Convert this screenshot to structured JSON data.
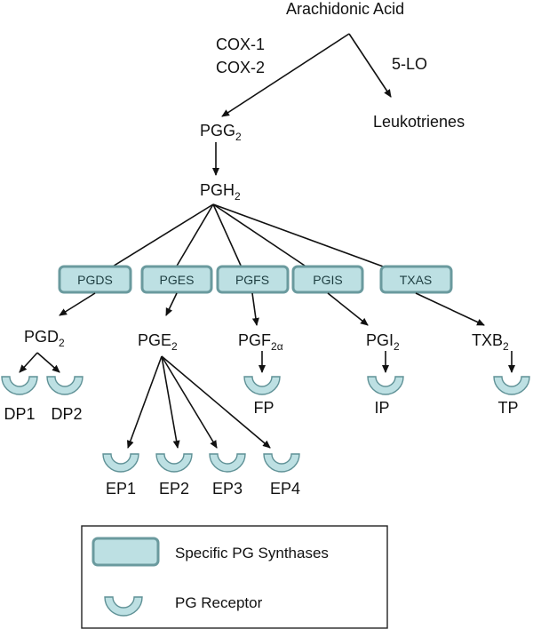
{
  "pathway": {
    "source": "Arachidonic Acid",
    "cox": [
      "COX-1",
      "COX-2"
    ],
    "lipoxygenase": "5-LO",
    "leukotrienes": "Leukotrienes",
    "pgg2": {
      "base": "PGG",
      "sub": "2"
    },
    "pgh2": {
      "base": "PGH",
      "sub": "2"
    }
  },
  "synthases": [
    "PGDS",
    "PGES",
    "PGFS",
    "PGIS",
    "TXAS"
  ],
  "products": [
    {
      "base": "PGD",
      "sub": "2"
    },
    {
      "base": "PGE",
      "sub": "2"
    },
    {
      "base": "PGF",
      "sub": "2α"
    },
    {
      "base": "PGI",
      "sub": "2"
    },
    {
      "base": "TXB",
      "sub": "2"
    }
  ],
  "receptors": [
    "DP1",
    "DP2",
    "EP1",
    "EP2",
    "EP3",
    "EP4",
    "FP",
    "IP",
    "TP"
  ],
  "legend": {
    "synthase_label": "Specific PG Synthases",
    "receptor_label": "PG Receptor"
  },
  "colors": {
    "box_fill": "#bde0e3",
    "box_stroke": "#6a9a9e",
    "line": "#111111"
  }
}
